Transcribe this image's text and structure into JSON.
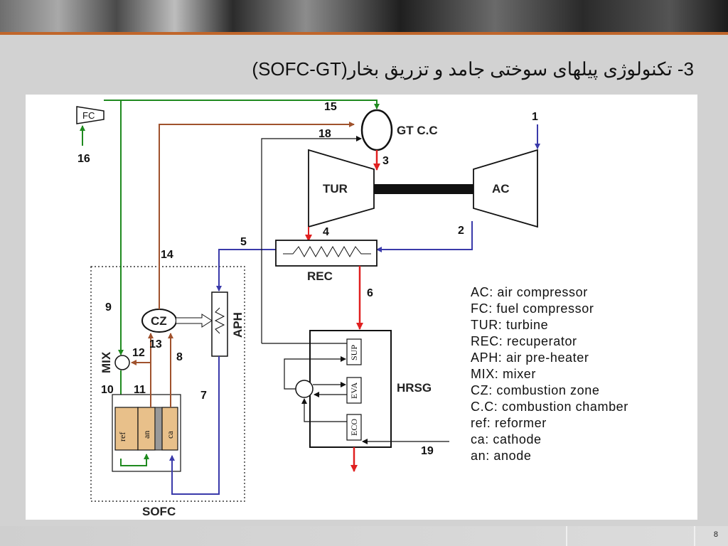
{
  "slide": {
    "title": "3- تکنولوژی پیلهای سوختی جامد و تزریق بخار(SOFC-GT)",
    "page_number": "8"
  },
  "diagram": {
    "components": {
      "fc": "FC",
      "gt_cc": "GT C.C",
      "tur": "TUR",
      "ac": "AC",
      "rec": "REC",
      "cz": "CZ",
      "aph": "APH",
      "mix": "MIX",
      "hrsg": "HRSG",
      "sup": "SUP",
      "eva": "EVA",
      "eco": "ECO",
      "ref": "ref",
      "an": "an",
      "ca": "ca",
      "sofc": "SOFC"
    },
    "stream_numbers": {
      "s1": "1",
      "s2": "2",
      "s3": "3",
      "s4": "4",
      "s5": "5",
      "s6": "6",
      "s7": "7",
      "s8": "8",
      "s9": "9",
      "s10": "10",
      "s11": "11",
      "s12": "12",
      "s13": "13",
      "s14": "14",
      "s15": "15",
      "s16": "16",
      "s18": "18",
      "s19": "19"
    },
    "legend": [
      "AC: air compressor",
      "FC: fuel compressor",
      "TUR: turbine",
      "REC: recuperator",
      "APH: air pre-heater",
      "MIX: mixer",
      "CZ: combustion zone",
      "C.C: combustion chamber",
      "ref: reformer",
      "ca: cathode",
      "an: anode"
    ],
    "colors": {
      "fuel_line": "#1f8a1f",
      "exhaust_line": "#a0522d",
      "air_line": "#3a3aaa",
      "hot_gas": "#e02020",
      "cell": "#e8c08a",
      "electrolyte": "#999999"
    }
  }
}
